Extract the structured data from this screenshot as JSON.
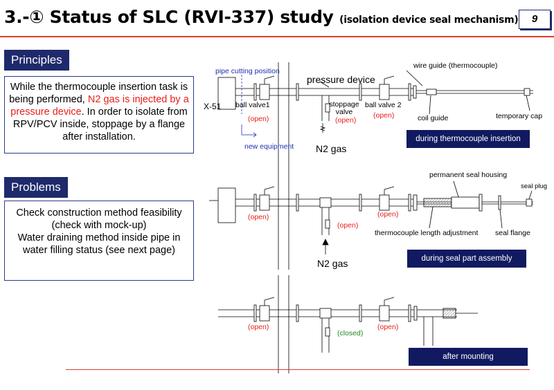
{
  "header": {
    "title": "3.-① Status of SLC (RVI-337) study",
    "subtitle": "(isolation device seal mechanism)",
    "page_number": "9"
  },
  "principles": {
    "heading": "Principles",
    "text_before": "While the thermocouple insertion task is being performed, ",
    "text_highlight": "N2 gas is injected by a pressure device",
    "text_after": ". In order to isolate from RPV/PCV inside, stoppage by a flange after installation."
  },
  "problems": {
    "heading": "Problems",
    "lines": [
      "Check construction method feasibility",
      "(check with mock-up)",
      "Water draining method inside pipe in water filling status (see next page)"
    ]
  },
  "diagram1": {
    "pipe_cutting_position": "pipe cutting position",
    "pressure_device": "pressure device",
    "wire_guide": "wire guide (thermocouple)",
    "x51": "X-51",
    "ball_valve1": "ball valve1",
    "open1": "(open)",
    "stoppage_valve": "stoppage valve",
    "open2": "(open)",
    "ball_valve2": "ball valve 2",
    "open3": "(open)",
    "coil_guide": "coil guide",
    "temporary_cap": "temporary cap",
    "new_equipment": "new equipment",
    "n2_gas": "N2 gas",
    "state": "during thermocouple insertion"
  },
  "diagram2": {
    "permanent_seal_housing": "permanent seal housing",
    "seal_plug": "seal plug",
    "open1": "(open)",
    "open2": "(open)",
    "open3": "(open)",
    "thermocouple_length_adjustment": "thermocouple length adjustment",
    "seal_flange": "seal flange",
    "n2_gas": "N2 gas",
    "state": "during seal part assembly"
  },
  "diagram3": {
    "open1": "(open)",
    "closed": "(closed)",
    "open2": "(open)",
    "state": "after mounting"
  }
}
